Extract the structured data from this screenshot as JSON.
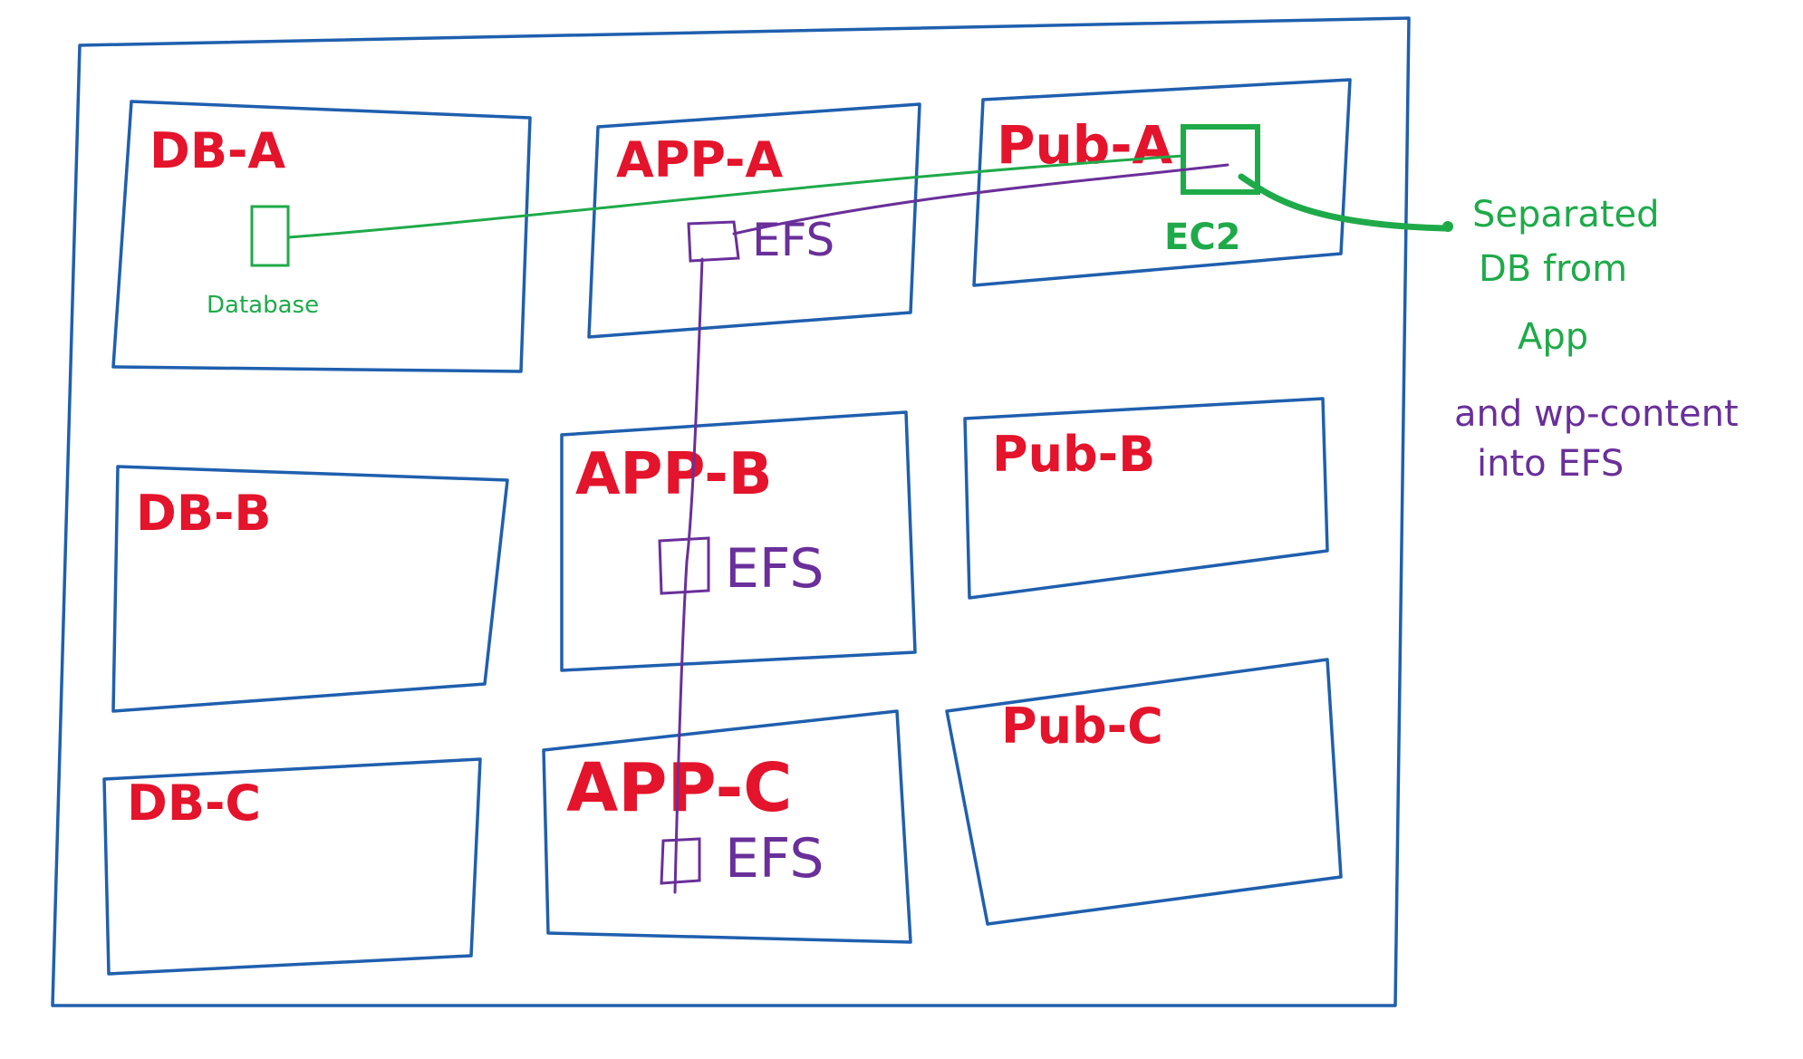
{
  "subnets": {
    "db_a": "DB-A",
    "db_b": "DB-B",
    "db_c": "DB-C",
    "app_a": "APP-A",
    "app_b": "APP-B",
    "app_c": "APP-C",
    "pub_a": "Pub-A",
    "pub_b": "Pub-B",
    "pub_c": "Pub-C"
  },
  "components": {
    "database_label": "Database",
    "ec2_label": "EC2",
    "efs_a_label": "EFS",
    "efs_b_label": "EFS",
    "efs_c_label": "EFS"
  },
  "annotation": {
    "green_line1": "Separated",
    "green_line2": "DB from",
    "green_line3": "App",
    "purple_line1": "and wp-content",
    "purple_line2": "into EFS"
  },
  "colors": {
    "subnet_border": "#1f5fae",
    "subnet_label": "#e3142b",
    "database_ec2": "#1faa4a",
    "efs": "#6a2f9a"
  }
}
